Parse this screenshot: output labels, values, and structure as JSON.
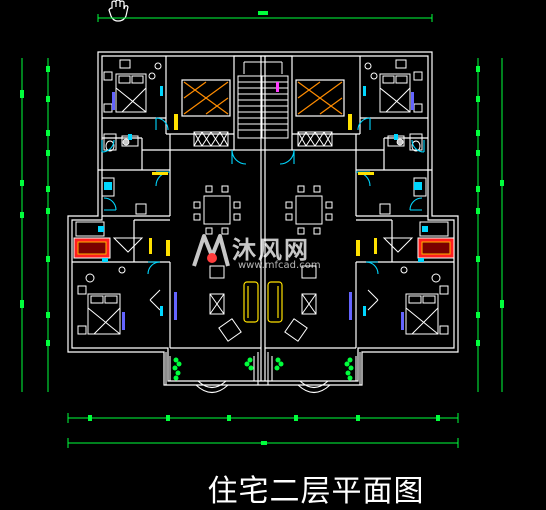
{
  "drawing": {
    "caption": "住宅二层平面图",
    "colors": {
      "background": "#000000",
      "walls": "#ffffff",
      "dimensions": "#00ff3c",
      "doors": "#00d7ff",
      "stairs": "#ff8c00",
      "bath": "#ff1e1e",
      "windows": "#ffe100",
      "fixtures": "#c8c8c8"
    },
    "icons": [
      "hand-cursor-icon"
    ]
  },
  "watermark": {
    "name": "沐风网",
    "url": "www.mfcad.com"
  }
}
